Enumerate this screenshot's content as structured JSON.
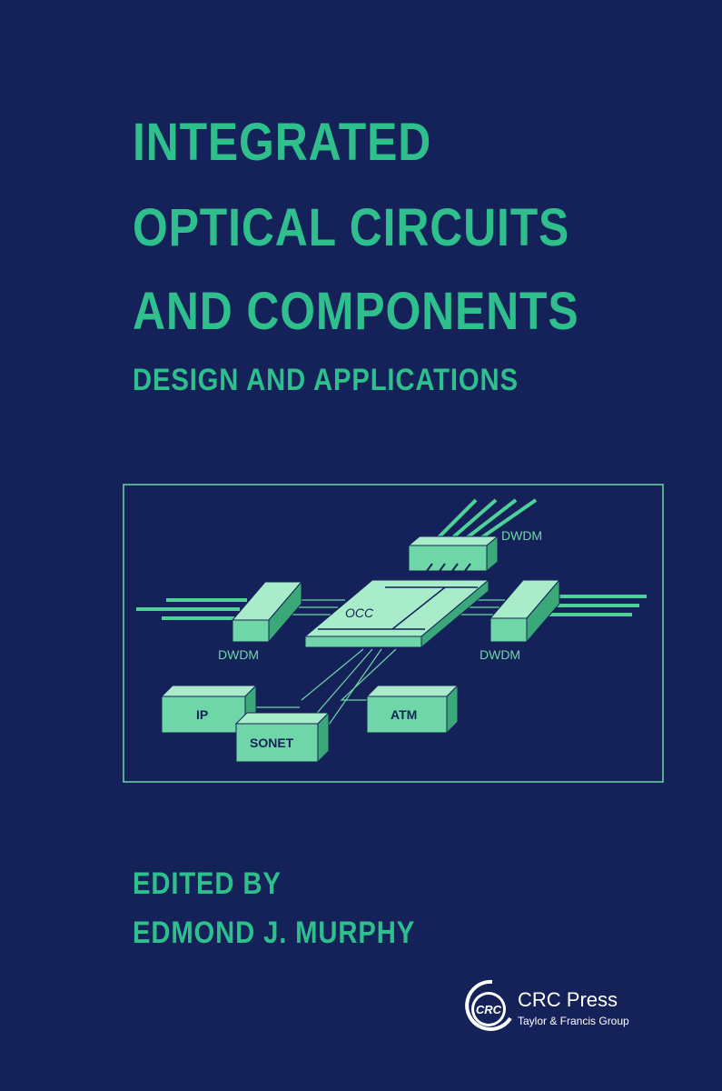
{
  "book": {
    "title_lines": [
      "INTEGRATED",
      "OPTICAL CIRCUITS",
      "AND COMPONENTS"
    ],
    "subtitle": "DESIGN AND APPLICATIONS",
    "editor_label": "EDITED BY",
    "editor_name": "EDMOND J. MURPHY"
  },
  "illustration": {
    "labels": {
      "dwdm_top": "DWDM",
      "dwdm_left": "DWDM",
      "dwdm_right": "DWDM",
      "occ": "OCC",
      "ip": "IP",
      "sonet": "SONET",
      "atm": "ATM"
    }
  },
  "publisher": {
    "logo_text": "CRC",
    "name": "CRC Press",
    "group": "Taylor & Francis Group"
  },
  "colors": {
    "background": "#15225a",
    "accent": "#2fbf8c",
    "box_fill": "#6fd6a8",
    "box_top": "#a9ecc9",
    "box_side": "#3aa878"
  }
}
